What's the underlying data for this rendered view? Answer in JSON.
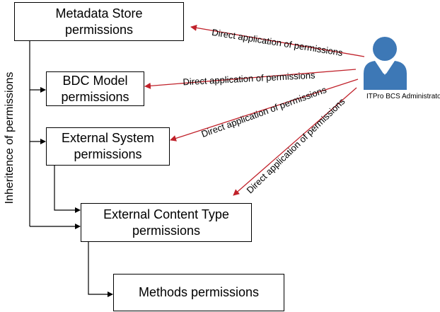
{
  "boxes": {
    "metadata_store": "Metadata Store\npermissions",
    "bdc_model": "BDC Model\npermissions",
    "external_system": "External System\npermissions",
    "external_content_type": "External Content Type\npermissions",
    "methods": "Methods permissions"
  },
  "inheritance_label": "Inheritence of permissions",
  "admin": {
    "label": "ITPro BCS Administrator",
    "icon": "user-icon",
    "color": "#3d78b6"
  },
  "direct_labels": [
    "Direct application of permissions",
    "Direct application of permissions",
    "Direct application of permissions",
    "Direct application of permissions"
  ],
  "colors": {
    "direct_arrow": "#c0212a",
    "inheritance_line": "#000000"
  }
}
